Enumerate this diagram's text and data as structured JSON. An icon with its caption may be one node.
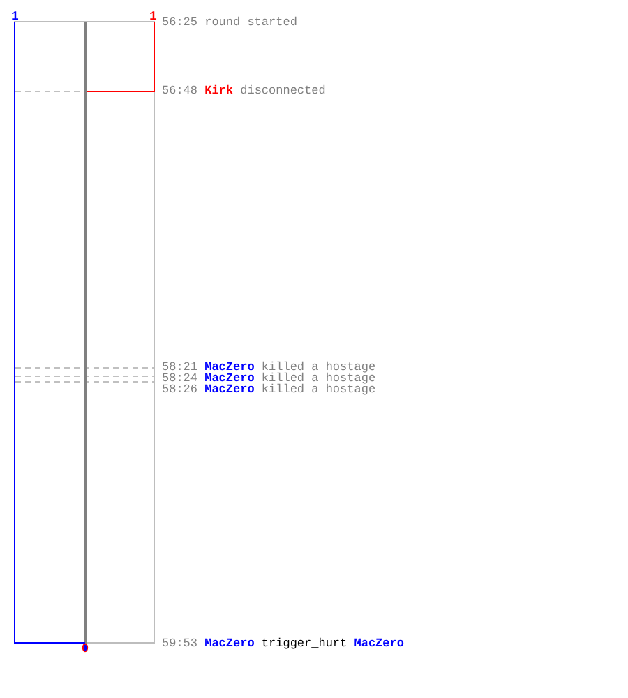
{
  "diagram": {
    "labels": [
      "1",
      "1",
      "56:25 round started",
      "56:48 **Kirk** disconnected",
      "58:21 **MacZero** killed a hostage",
      "58:24 **MacZero** killed a hostage",
      "58:26 **MacZero** killed a hostage",
      "59:53 **MacZero** trigger_hurt **MacZero**"
    ]
  }
}
